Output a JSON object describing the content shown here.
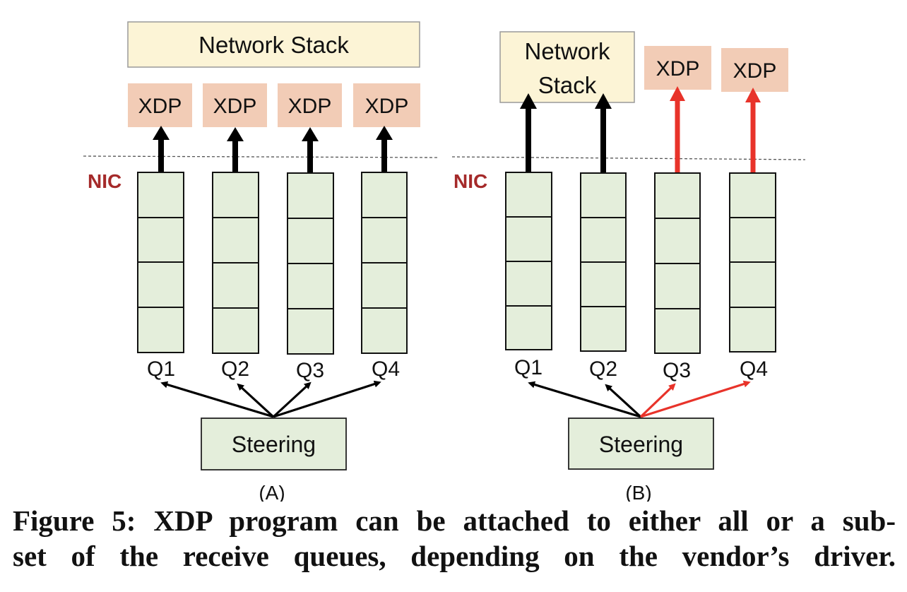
{
  "panels": [
    {
      "label": "(A)",
      "nic_label": "NIC",
      "stack_label_lines": [
        "Network Stack"
      ],
      "xdp_labels": [
        "XDP",
        "XDP",
        "XDP",
        "XDP"
      ],
      "queue_labels": [
        "Q1",
        "Q2",
        "Q3",
        "Q4"
      ],
      "steering_label": "Steering",
      "queue_targets": [
        "xdp",
        "xdp",
        "xdp",
        "xdp"
      ]
    },
    {
      "label": "(B)",
      "nic_label": "NIC",
      "stack_label_lines": [
        "Network",
        "Stack"
      ],
      "xdp_labels": [
        "XDP",
        "XDP"
      ],
      "queue_labels": [
        "Q1",
        "Q2",
        "Q3",
        "Q4"
      ],
      "steering_label": "Steering",
      "queue_targets": [
        "stack",
        "stack",
        "xdp",
        "xdp"
      ]
    }
  ],
  "caption": {
    "line1": "Figure 5: XDP program can be attached to either all or a sub-",
    "line2": "set of the receive queues, depending on the vendor’s driver."
  },
  "colors": {
    "stack_fill": "#fcf4d6",
    "xdp_fill": "#f2ccb6",
    "queue_fill": "#e4eedb",
    "nic_label": "#a52a2a",
    "black_arrow": "#000000",
    "red_arrow": "#e8332a"
  }
}
